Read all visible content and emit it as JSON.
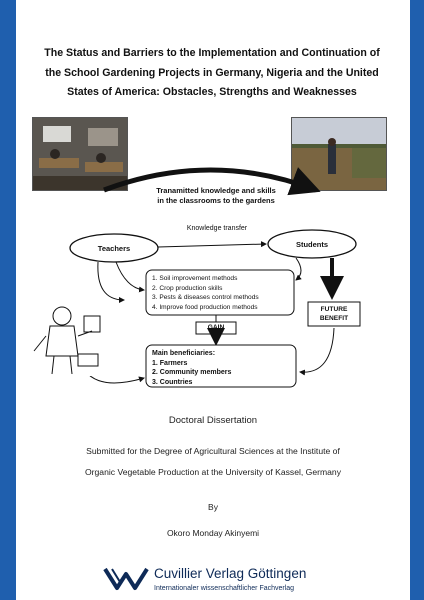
{
  "book": {
    "title_lines": [
      "The Status and Barriers to the Implementation and Continuation of",
      "the School Gardening Projects in Germany, Nigeria and the United",
      "States of America: Obstacles, Strengths and Weaknesses"
    ],
    "dissertation": "Doctoral Dissertation",
    "submitted_lines": [
      "Submitted for the Degree of Agricultural Sciences at the Institute of",
      "Organic Vegetable Production at the University of Kassel, Germany"
    ],
    "by": "By",
    "author": "Okoro Monday Akinyemi"
  },
  "diagram": {
    "transmitted_lines": [
      "Tranamitted knowledge and skills",
      "in the classrooms to the gardens"
    ],
    "knowledge_transfer": "Knowledge transfer",
    "teachers": "Teachers",
    "students": "Students",
    "skills_list": [
      "1.  Soil improvement methods",
      "2.  Crop production skills",
      "3.  Pests & diseases control methods",
      "4.  Improve food production methods"
    ],
    "gain": "GAIN",
    "future_benefit_lines": [
      "FUTURE",
      "BENEFIT"
    ],
    "beneficiaries_title": "Main beneficiaries:",
    "beneficiaries": [
      "1.  Farmers",
      "2.  Community members",
      "3.  Countries"
    ]
  },
  "publisher": {
    "name": "Cuvillier Verlag Göttingen",
    "subtitle": "Internationaler wissenschaftlicher Fachverlag"
  },
  "colors": {
    "edge_blue": "#1f5fae",
    "publisher_navy": "#0e2a57"
  }
}
